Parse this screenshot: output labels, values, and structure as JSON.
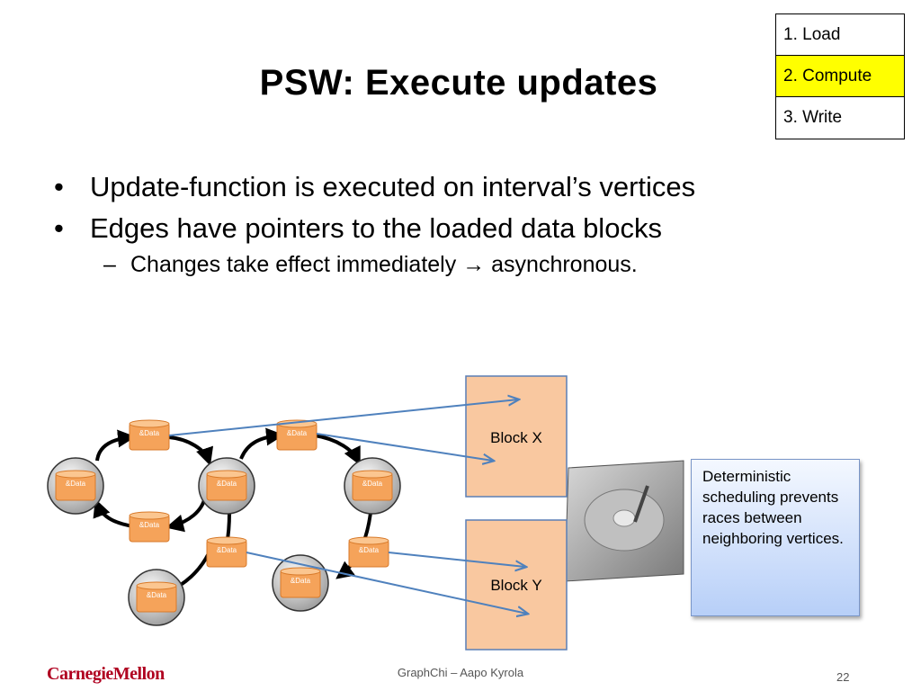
{
  "title": "PSW: Execute updates",
  "steps": [
    {
      "label": "1. Load",
      "active": false
    },
    {
      "label": "2. Compute",
      "active": true
    },
    {
      "label": "3. Write",
      "active": false
    }
  ],
  "bullets": [
    "Update-function is executed on interval’s vertices",
    "Edges have pointers to the loaded data blocks"
  ],
  "sub_bullet": {
    "before": "Changes take effect immediately",
    "arrow": "→",
    "after": "asynchronous."
  },
  "diagram": {
    "data_label": "&Data",
    "blocks": [
      "Block X",
      "Block Y"
    ],
    "accent_orange": "#f5a35a",
    "block_fill": "#f9c8a0",
    "arrow_color": "#4f81bd"
  },
  "note": "Deterministic scheduling prevents races between neighboring vertices.",
  "footer": {
    "logo": "CarnegieMellon",
    "center": "GraphChi – Aapo Kyrola",
    "page": "22"
  }
}
